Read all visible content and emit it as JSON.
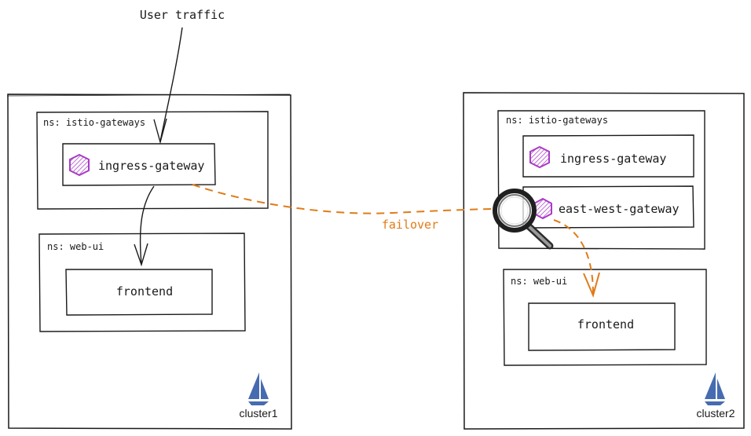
{
  "user_traffic_label": "User traffic",
  "failover_label": "failover",
  "colors": {
    "ink": "#1a1a1a",
    "failover": "#e07b18",
    "gateway_hex": "#a83cc3",
    "istio": "#466bb0"
  },
  "clusters": [
    {
      "name": "cluster1",
      "namespaces": [
        {
          "label": "ns: istio-gateways",
          "workloads": [
            {
              "label": "ingress-gateway",
              "icon": "hexagon-icon"
            }
          ]
        },
        {
          "label": "ns: web-ui",
          "workloads": [
            {
              "label": "frontend"
            }
          ]
        }
      ],
      "logo": "istio-sail-icon"
    },
    {
      "name": "cluster2",
      "namespaces": [
        {
          "label": "ns: istio-gateways",
          "workloads": [
            {
              "label": "ingress-gateway",
              "icon": "hexagon-icon"
            },
            {
              "label": "east-west-gateway",
              "icon": "hexagon-icon"
            }
          ]
        },
        {
          "label": "ns: web-ui",
          "workloads": [
            {
              "label": "frontend"
            }
          ]
        }
      ],
      "logo": "istio-sail-icon"
    }
  ],
  "magnifier_icon": "magnifying-glass-icon"
}
